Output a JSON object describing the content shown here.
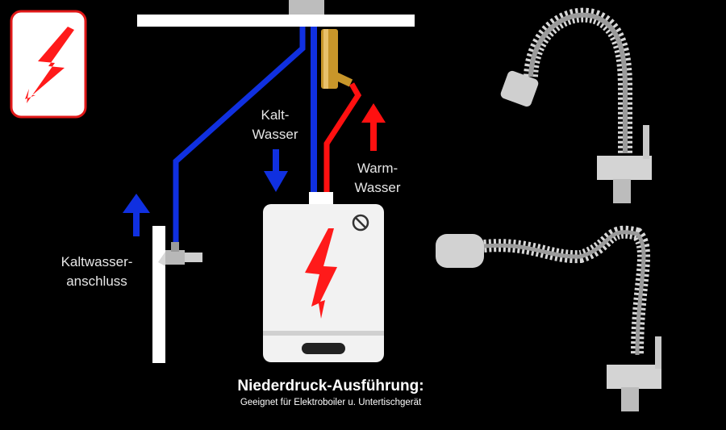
{
  "labels": {
    "kalt_wasser_line1": "Kalt-",
    "kalt_wasser_line2": "Wasser",
    "warm_wasser_line1": "Warm-",
    "warm_wasser_line2": "Wasser",
    "kaltwasser_anschluss_line1": "Kaltwasser-",
    "kaltwasser_anschluss_line2": "anschluss"
  },
  "caption": {
    "title": "Niederdruck-Ausführung:",
    "subtitle": "Geeignet für Elektroboiler u. Untertischgerät"
  },
  "colors": {
    "background": "#000000",
    "cold_pipe": "#1030e0",
    "hot_pipe": "#ff1010",
    "warning_red": "#ff1a1a",
    "boiler_body": "#f2f2f2",
    "label_text": "#e6e6e6"
  },
  "icons": {
    "badge": "high-voltage-icon",
    "boiler_symbol": "high-voltage-icon",
    "boiler_indicator": "prohibited-icon",
    "faucet_top": "spring-faucet-icon",
    "faucet_bottom": "spring-faucet-icon"
  }
}
